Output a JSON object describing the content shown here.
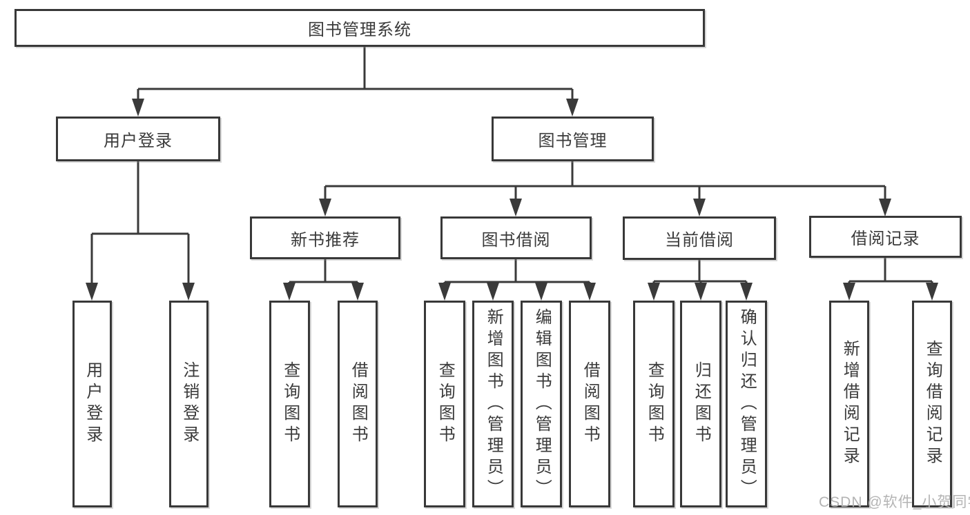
{
  "tree": {
    "root": "图书管理系统",
    "login": {
      "label": "用户登录",
      "children": [
        "用户登录",
        "注销登录"
      ]
    },
    "mgmt": {
      "label": "图书管理",
      "sections": [
        {
          "label": "新书推荐",
          "children": [
            "查询图书",
            "借阅图书"
          ]
        },
        {
          "label": "图书借阅",
          "children": [
            "查询图书",
            "新增图书（管理员）",
            "编辑图书（管理员）",
            "借阅图书"
          ]
        },
        {
          "label": "当前借阅",
          "children": [
            "查询图书",
            "归还图书",
            "确认归还（管理员）"
          ]
        },
        {
          "label": "借阅记录",
          "children": [
            "新增借阅记录",
            "查询借阅记录"
          ]
        }
      ]
    }
  },
  "watermark": "CSDN @软件_小贺同学",
  "colors": {
    "line": "#3a3a3a",
    "box_border": "#383838",
    "background": "#ffffff",
    "watermark": "#b4b4b4"
  }
}
